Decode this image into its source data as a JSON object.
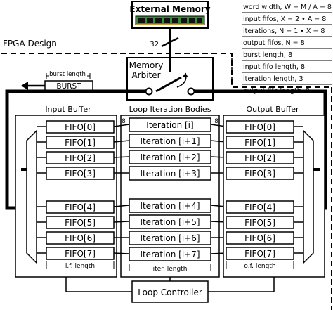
{
  "title_fpga": "FPGA Design",
  "external_memory": "External Memory",
  "bus_width": "32",
  "memory_arbiter_line1": "Memory",
  "memory_arbiter_line2": "Arbiter",
  "burst_label": "burst length",
  "burst_box": "BURST",
  "params": [
    "word width, W = M / A = 8",
    "input fifos, X = 2 • A = 8",
    "iterations, N = 1 • X = 8",
    "output fifos, N = 8",
    "burst length, 8",
    "input fifo length, 8",
    "iteration length, 3",
    "output fifo length, 8"
  ],
  "input_buffer": {
    "title": "Input Buffer",
    "fifos": [
      "FIFO[0]",
      "FIFO[1]",
      "FIFO[2]",
      "FIFO[3]",
      "FIFO[4]",
      "FIFO[5]",
      "FIFO[6]",
      "FIFO[7]"
    ],
    "length_label": "i.f. length"
  },
  "loop_bodies": {
    "title": "Loop Iteration Bodies",
    "width_left": "8",
    "width_right": "8",
    "iterations": [
      "Iteration [i]",
      "Iteration [i+1]",
      "Iteration [i+2]",
      "Iteration [i+3]",
      "Iteration [i+4]",
      "Iteration [i+5]",
      "Iteration [i+6]",
      "Iteration [i+7]"
    ],
    "length_label": "iter. length"
  },
  "output_buffer": {
    "title": "Output Buffer",
    "fifos": [
      "FIFO[0]",
      "FIFO[1]",
      "FIFO[2]",
      "FIFO[3]",
      "FIFO[4]",
      "FIFO[5]",
      "FIFO[6]",
      "FIFO[7]"
    ],
    "length_label": "o.f. length"
  },
  "loop_controller": "Loop Controller"
}
